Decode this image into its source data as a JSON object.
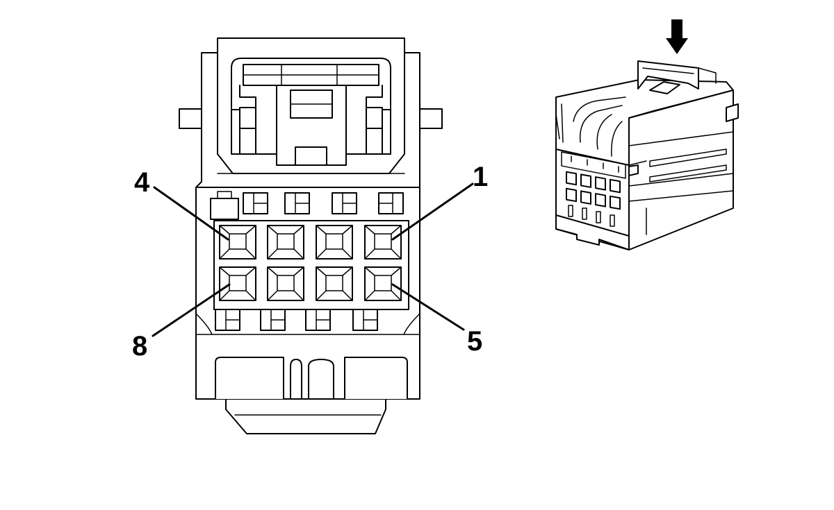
{
  "figure": {
    "type": "connector-face-view",
    "pin_labels": [
      {
        "id": "pin-1",
        "text": "1"
      },
      {
        "id": "pin-4",
        "text": "4"
      },
      {
        "id": "pin-5",
        "text": "5"
      },
      {
        "id": "pin-8",
        "text": "8"
      }
    ],
    "cavity_rows": 2,
    "cavities_per_row": 4,
    "inset_view": {
      "indicator": "down-arrow-icon"
    },
    "colors": {
      "line": "#000000",
      "background": "#ffffff"
    }
  }
}
